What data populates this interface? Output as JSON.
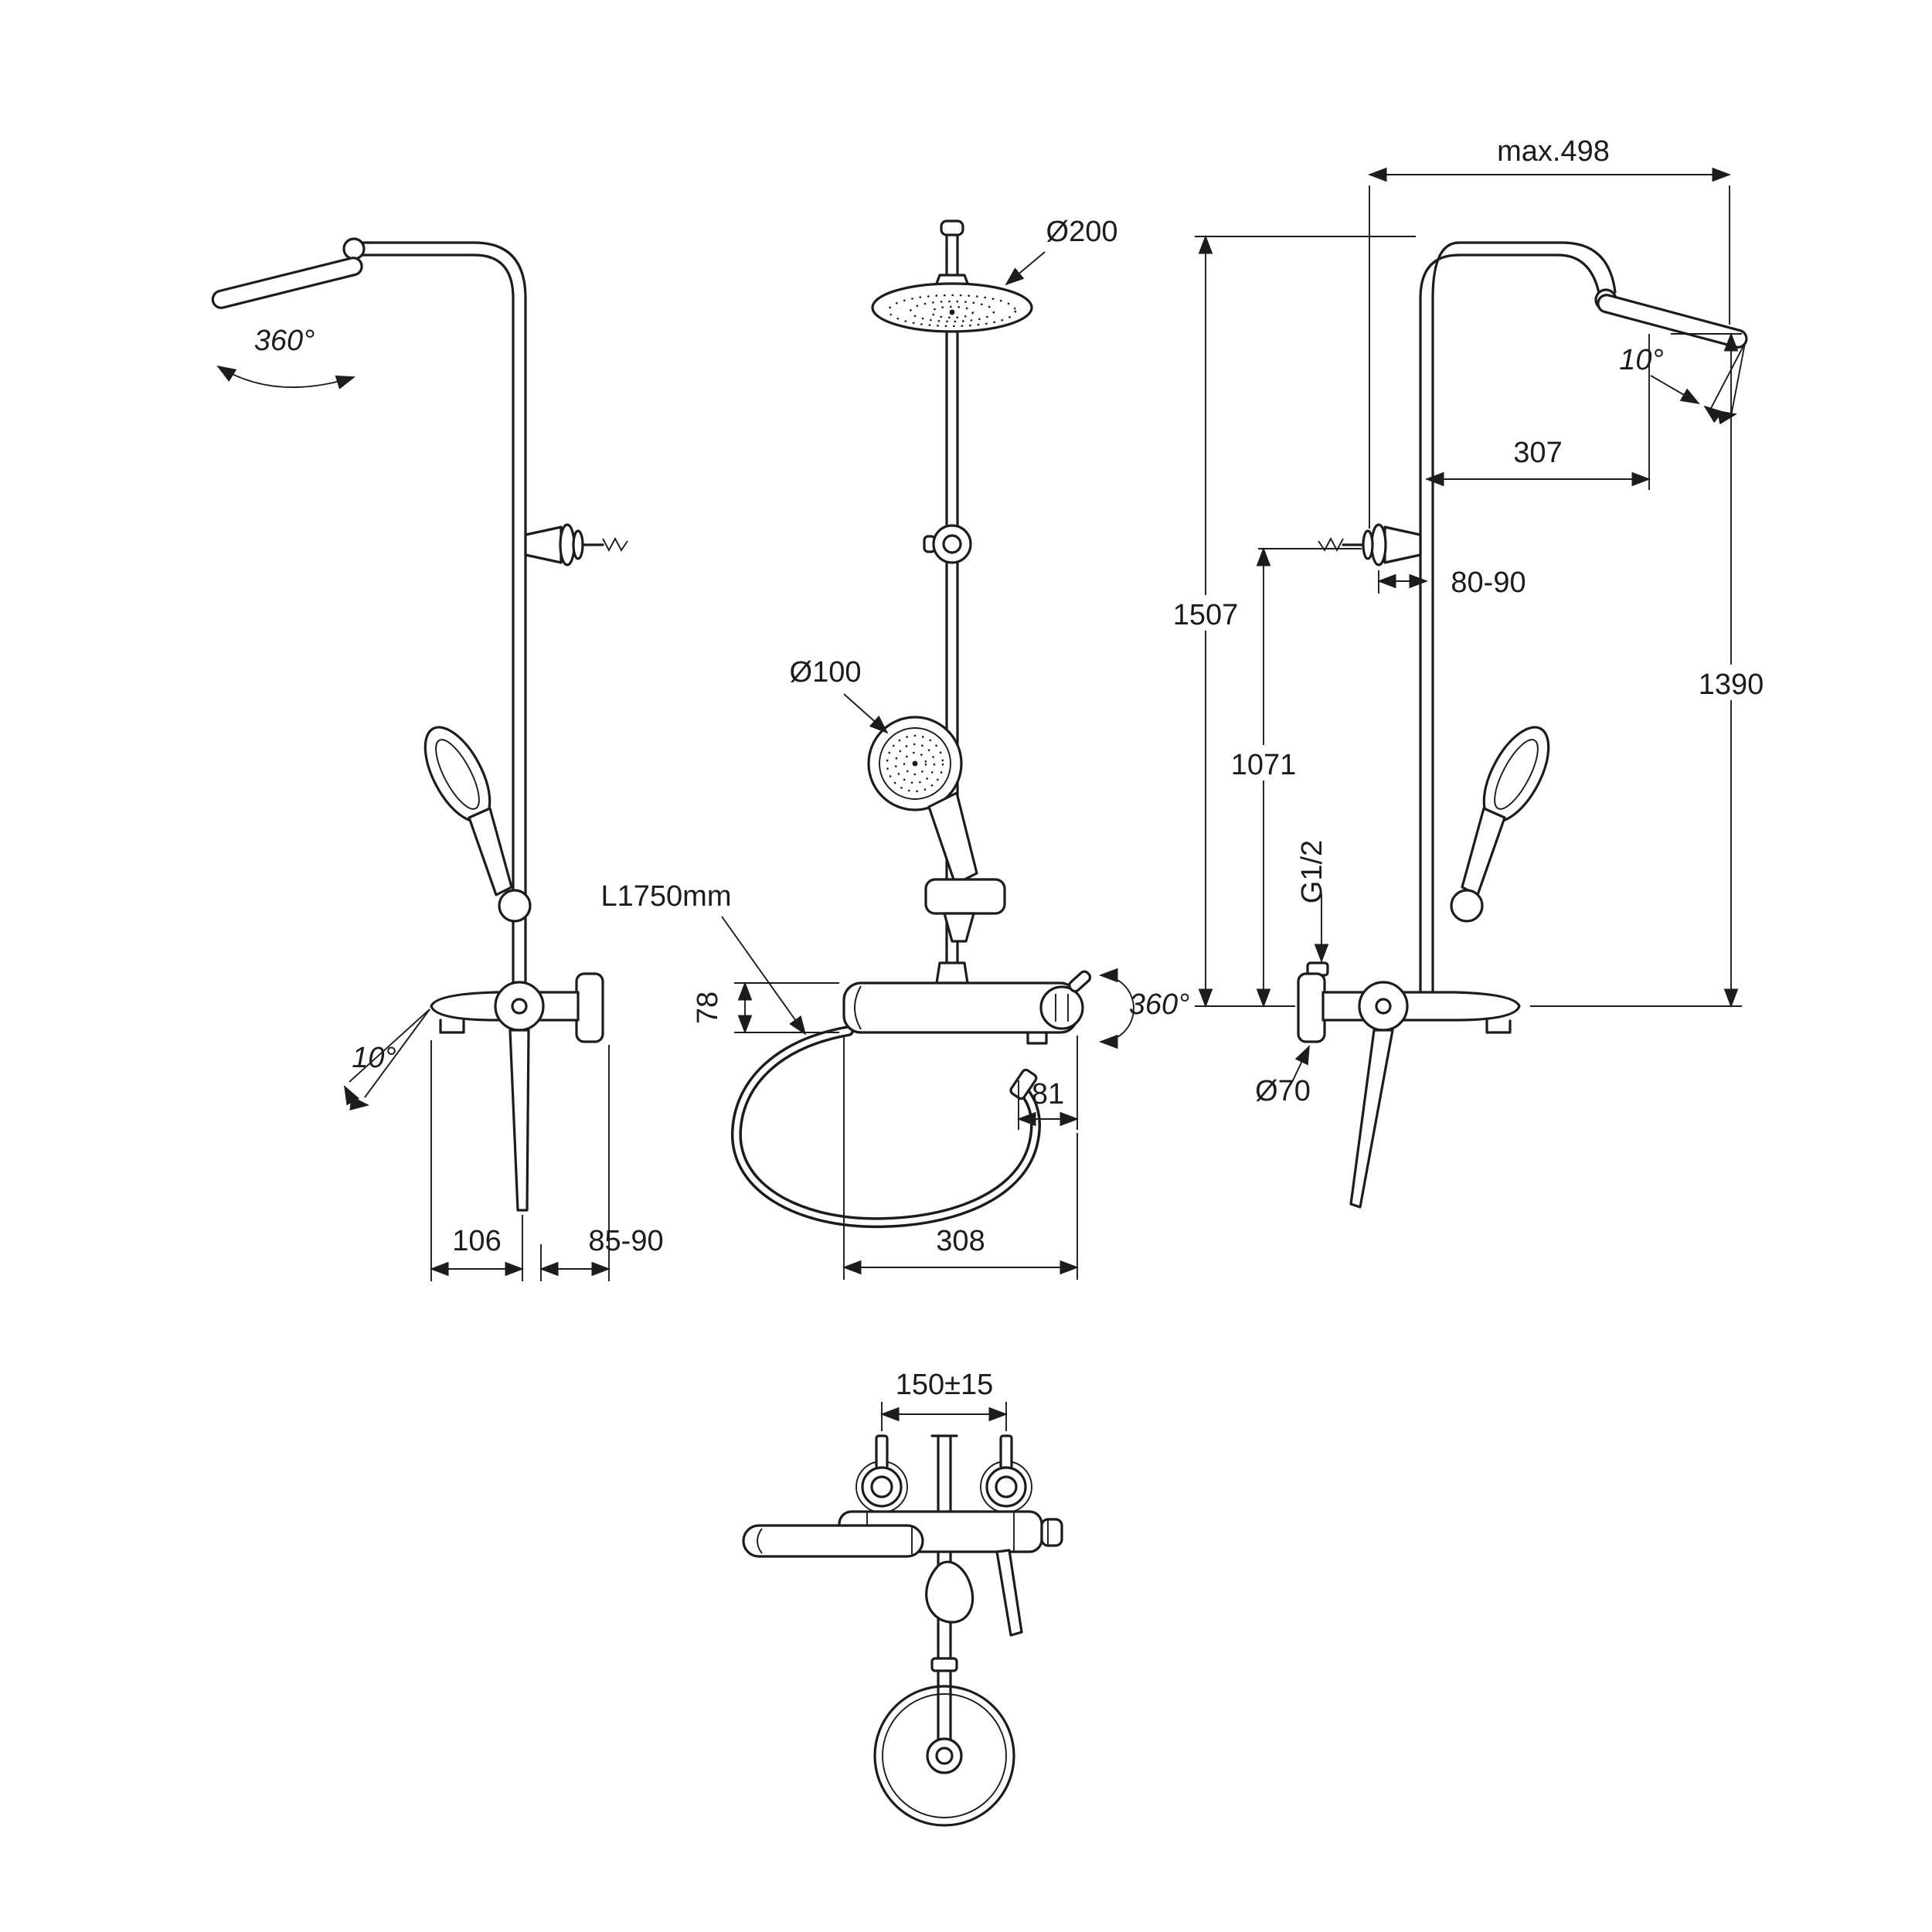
{
  "drawing": {
    "background_color": "#ffffff",
    "line_color": "#1c1c1c",
    "labels": {
      "side_head_swivel": "360°",
      "side_spout_tilt": "10°",
      "side_dim_spout_offset": "106",
      "side_dim_wall_distance": "85-90",
      "front_head_diameter": "Ø200",
      "front_handspray_diameter": "Ø100",
      "front_hose_length": "L1750mm",
      "front_dim_body_height": "78",
      "front_dim_wall_offset": "81",
      "front_dim_projection": "308",
      "front_diverter_swivel": "360°",
      "rear_dim_max_width": "max.498",
      "rear_head_tilt": "10°",
      "rear_dim_head_projection": "307",
      "rear_dim_bracket_range": "80-90",
      "rear_dim_total_height": "1507",
      "rear_dim_bracket_height": "1071",
      "rear_dim_head_height": "1390",
      "rear_connection_thread": "G1/2",
      "rear_escutcheon_diameter": "Ø70",
      "top_dim_inlet_spacing": "150±15"
    }
  }
}
